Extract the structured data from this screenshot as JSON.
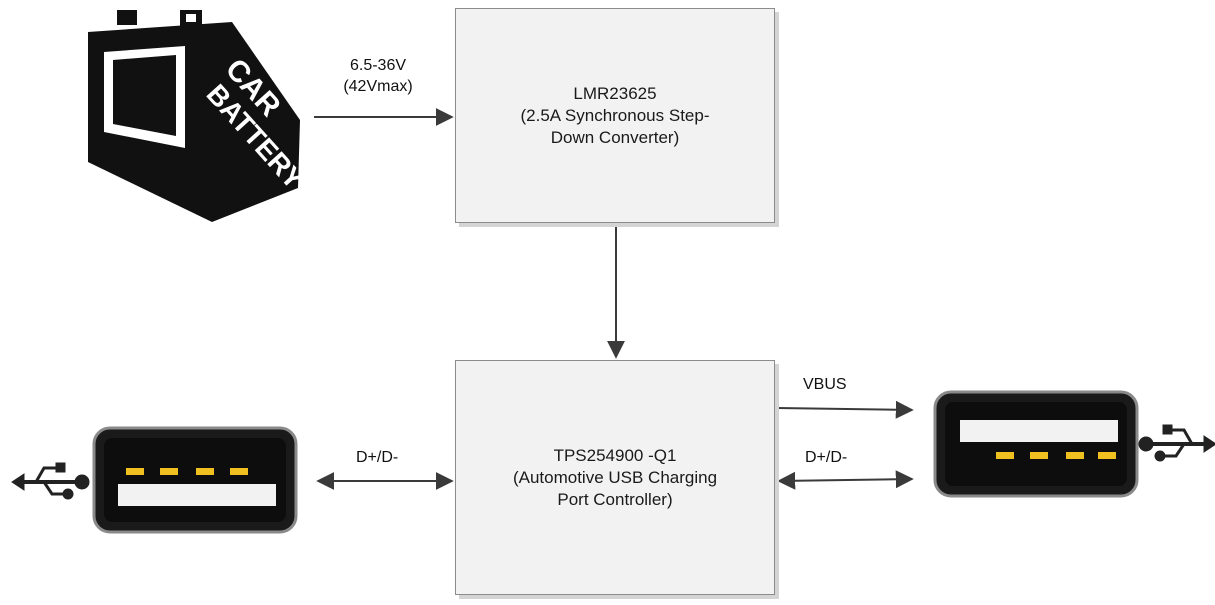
{
  "blocks": {
    "converter": {
      "line1": "LMR23625",
      "line2": "(2.5A Synchronous Step-",
      "line3": "Down Converter)"
    },
    "controller": {
      "line1": "TPS254900 -Q1",
      "line2": "(Automotive USB Charging",
      "line3": "Port Controller)"
    }
  },
  "battery": {
    "text_line1": "CAR",
    "text_line2": "BATTERY"
  },
  "labels": {
    "input_voltage_line1": "6.5-36V",
    "input_voltage_line2": "(42Vmax)",
    "data_left": "D+/D-",
    "vbus": "VBUS",
    "data_right": "D+/D-"
  },
  "colors": {
    "box_fill": "#f2f2f2",
    "box_border": "#8c8c8c",
    "arrow": "#3a3a3a",
    "port_body": "#1a1a1a",
    "pin": "#f0c020"
  },
  "icons": [
    "car-battery-icon",
    "usb-port-icon",
    "usb-symbol-icon"
  ]
}
